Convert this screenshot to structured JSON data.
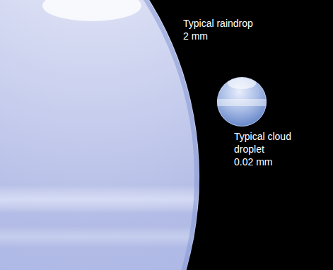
{
  "diagram": {
    "labels": [
      "Typical raindrop",
      "2 mm",
      "Typical cloud droplet",
      "0.02 mm"
    ]
  }
}
